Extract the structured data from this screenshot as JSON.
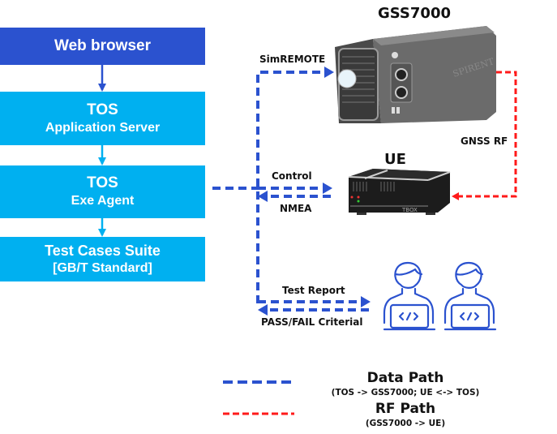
{
  "left_stack": {
    "web_browser": {
      "label": "Web browser"
    },
    "app_server": {
      "line1": "TOS",
      "line2": "Application Server"
    },
    "exe_agent": {
      "line1": "TOS",
      "line2": "Exe Agent"
    },
    "test_suite": {
      "line1": "Test Cases Suite",
      "line2": "[GB/T Standard]"
    }
  },
  "devices": {
    "gss7000": {
      "title": "GSS7000",
      "icon": "signal-generator-device-image",
      "brand_text": "SPIRENT"
    },
    "ue": {
      "title": "UE",
      "icon": "tbox-device-image",
      "brand_text": "TBOX"
    },
    "engineers": {
      "icon": "developer-with-laptop-icon",
      "count": 2,
      "laptop_glyph": "</>"
    }
  },
  "connections": {
    "simremote": "SimREMOTE",
    "control": "Control",
    "nmea": "NMEA",
    "gnss_rf": "GNSS RF",
    "test_report": "Test Report",
    "pass_fail": "PASS/FAIL Criterial"
  },
  "legend": {
    "data_path": {
      "title": "Data Path",
      "subtitle": "(TOS -> GSS7000; UE <-> TOS)",
      "color": "#2b52cf"
    },
    "rf_path": {
      "title": "RF Path",
      "subtitle": "(GSS7000 -> UE)",
      "color": "#ff1a1a"
    }
  },
  "colors": {
    "web_box": "#2b52cf",
    "tos_box": "#00b0f0",
    "data_line": "#2b52cf",
    "rf_line": "#ff1a1a"
  }
}
